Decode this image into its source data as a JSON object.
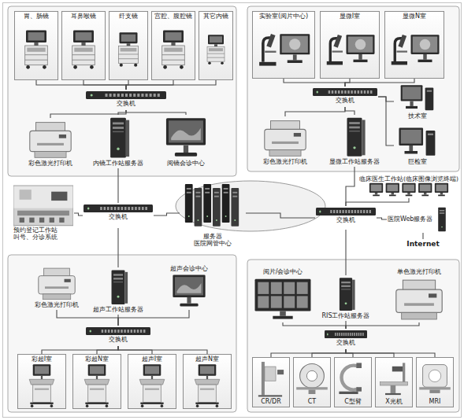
{
  "diagram": {
    "nodes": [
      {
        "text": [
          "胃、肠镜"
        ]
      },
      {
        "text": [
          "耳鼻喉镜"
        ]
      },
      {
        "text": [
          "纤支镜"
        ]
      },
      {
        "text": [
          "宫腔、腹腔镜"
        ]
      },
      {
        "text": [
          "其它内镜"
        ]
      },
      {
        "text": [
          "交换机"
        ]
      },
      {
        "text": [
          "彩色激光打印机"
        ]
      },
      {
        "text": [
          "内镜工作站服务器"
        ]
      },
      {
        "text": [
          "阅镜会诊中心"
        ]
      },
      {
        "text": [
          "实验室(阅片中心)"
        ]
      },
      {
        "text": [
          "显微I室"
        ]
      },
      {
        "text": [
          "显微N室"
        ]
      },
      {
        "text": [
          "交换机"
        ]
      },
      {
        "text": [
          "技术室"
        ]
      },
      {
        "text": [
          "巨检室"
        ]
      },
      {
        "text": [
          "彩色激光打印机"
        ]
      },
      {
        "text": [
          "显微工作站服务器"
        ]
      },
      {
        "text": [
          "预约登记工作站",
          "叫号、分诊系统"
        ]
      },
      {
        "text": [
          "交换机"
        ]
      },
      {
        "text": [
          "服务器",
          "医院网管中心"
        ]
      },
      {
        "text": [
          "交换机"
        ]
      },
      {
        "text": [
          "临床医生工作站(临床图像浏览终端)"
        ]
      },
      {
        "text": [
          "医院Web服务器"
        ]
      },
      {
        "text": [
          "Internet"
        ]
      },
      {
        "text": [
          "彩色激光打印机"
        ]
      },
      {
        "text": [
          "超声工作站服务器"
        ]
      },
      {
        "text": [
          "超声会诊中心"
        ]
      },
      {
        "text": [
          "交换机"
        ]
      },
      {
        "text": [
          "彩超I室"
        ]
      },
      {
        "text": [
          "彩超N室"
        ]
      },
      {
        "text": [
          "超声I室"
        ]
      },
      {
        "text": [
          "超声N室"
        ]
      },
      {
        "text": [
          "阅片/会诊中心"
        ]
      },
      {
        "text": [
          "RIS工作站服务器"
        ]
      },
      {
        "text": [
          "单色激光打印机"
        ]
      },
      {
        "text": [
          "交换机"
        ]
      },
      {
        "text": [
          "CR/DR"
        ]
      },
      {
        "text": [
          "CT"
        ]
      },
      {
        "text": [
          "C型臂"
        ]
      },
      {
        "text": [
          "X光机"
        ]
      },
      {
        "text": [
          "MRI"
        ]
      }
    ],
    "edges": [
      {
        "from": 0,
        "to": 5,
        "arrow": "none"
      },
      {
        "from": 1,
        "to": 5,
        "arrow": "none"
      },
      {
        "from": 2,
        "to": 5,
        "arrow": "none"
      },
      {
        "from": 3,
        "to": 5,
        "arrow": "none"
      },
      {
        "from": 4,
        "to": 5,
        "arrow": "none"
      },
      {
        "from": 5,
        "to": 6,
        "arrow": "none"
      },
      {
        "from": 5,
        "to": 7,
        "arrow": "none"
      },
      {
        "from": 5,
        "to": 8,
        "arrow": "none"
      },
      {
        "from": 7,
        "to": 18,
        "arrow": "none"
      },
      {
        "from": 9,
        "to": 12,
        "arrow": "none"
      },
      {
        "from": 10,
        "to": 12,
        "arrow": "none"
      },
      {
        "from": 11,
        "to": 12,
        "arrow": "none"
      },
      {
        "from": 12,
        "to": 13,
        "arrow": "none"
      },
      {
        "from": 12,
        "to": 14,
        "arrow": "none"
      },
      {
        "from": 12,
        "to": 15,
        "arrow": "none"
      },
      {
        "from": 12,
        "to": 16,
        "arrow": "none"
      },
      {
        "from": 16,
        "to": 20,
        "arrow": "none"
      },
      {
        "from": 18,
        "to": 17,
        "arrow": "none"
      },
      {
        "from": 18,
        "to": 19,
        "arrow": "none"
      },
      {
        "from": 19,
        "to": 20,
        "arrow": "none"
      },
      {
        "from": 20,
        "to": 21,
        "arrow": "none"
      },
      {
        "from": 20,
        "to": 22,
        "arrow": "none"
      },
      {
        "from": 22,
        "to": 23,
        "arrow": "none"
      },
      {
        "from": 18,
        "to": 25,
        "arrow": "none"
      },
      {
        "from": 25,
        "to": 27,
        "arrow": "none"
      },
      {
        "from": 27,
        "to": 24,
        "arrow": "none"
      },
      {
        "from": 27,
        "to": 26,
        "arrow": "none"
      },
      {
        "from": 27,
        "to": 28,
        "arrow": "none"
      },
      {
        "from": 27,
        "to": 29,
        "arrow": "none"
      },
      {
        "from": 27,
        "to": 30,
        "arrow": "none"
      },
      {
        "from": 27,
        "to": 31,
        "arrow": "none"
      },
      {
        "from": 20,
        "to": 33,
        "arrow": "none"
      },
      {
        "from": 33,
        "to": 35,
        "arrow": "none"
      },
      {
        "from": 35,
        "to": 32,
        "arrow": "none"
      },
      {
        "from": 35,
        "to": 34,
        "arrow": "none"
      },
      {
        "from": 35,
        "to": 36,
        "arrow": "none"
      },
      {
        "from": 35,
        "to": 37,
        "arrow": "none"
      },
      {
        "from": 35,
        "to": 38,
        "arrow": "none"
      },
      {
        "from": 35,
        "to": 39,
        "arrow": "none"
      },
      {
        "from": 35,
        "to": 40,
        "arrow": "none"
      }
    ]
  }
}
